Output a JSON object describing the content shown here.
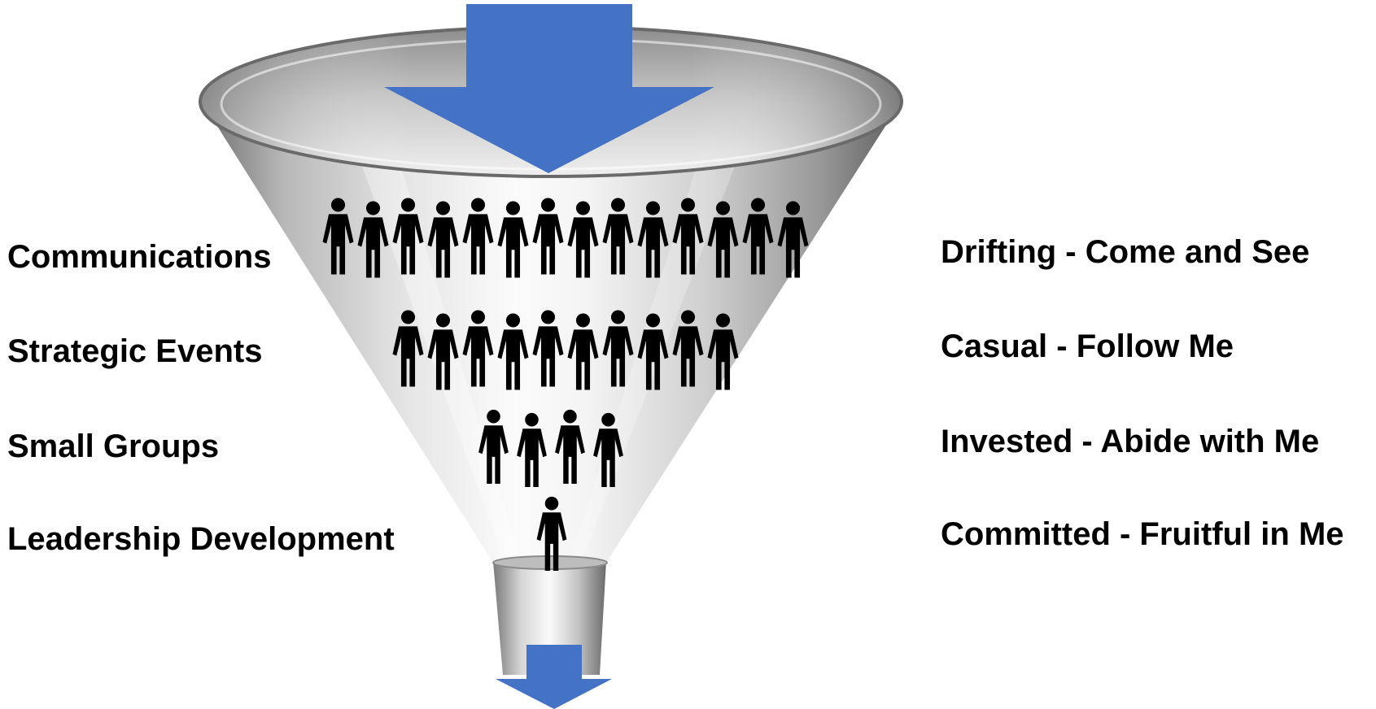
{
  "diagram": {
    "left_labels": [
      "Communications",
      "Strategic Events",
      "Small Groups",
      "Leadership Development"
    ],
    "right_labels": [
      "Drifting - Come and See",
      "Casual - Follow Me",
      "Invested - Abide with Me",
      "Committed - Fruitful in Me"
    ],
    "people_per_row": [
      14,
      10,
      4,
      1
    ],
    "colors": {
      "arrow": "#4472c4",
      "people": "#000000",
      "funnel_light": "#f2f2f2",
      "funnel_dark": "#7a7a7a",
      "text": "#000000"
    },
    "icons": [
      "funnel-icon",
      "down-arrow-icon",
      "person-icon"
    ]
  }
}
